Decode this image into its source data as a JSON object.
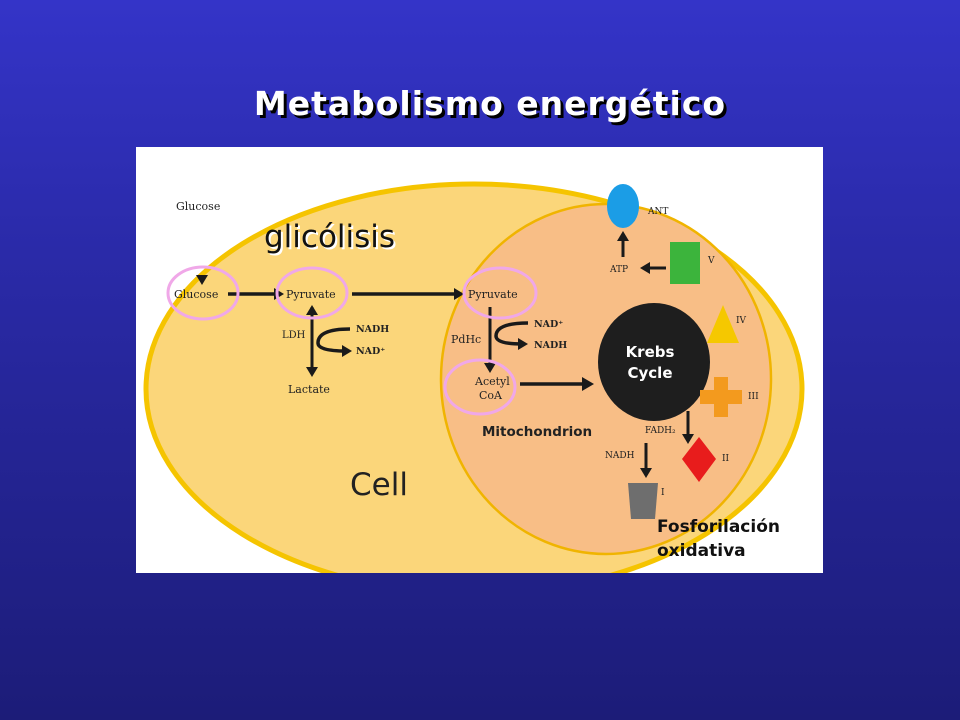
{
  "title": "Metabolismo energético",
  "overlay": {
    "glycolysis": "glicólisis",
    "oxidative_phosphorylation": "Fosforilación\noxidativa"
  },
  "diagram": {
    "cell": "Cell",
    "mitochondrion": "Mitochondrion",
    "krebs_line1": "Krebs",
    "krebs_line2": "Cycle",
    "glucose_top": "Glucose",
    "glucose": "Glucose",
    "pyruvate_cyto": "Pyruvate",
    "pyruvate_mito": "Pyruvate",
    "ldh": "LDH",
    "nadh_1": "NADH",
    "nad_1": "NAD⁺",
    "lactate": "Lactate",
    "pdhc": "PdHc",
    "nad_2": "NAD⁺",
    "nadh_2": "NADH",
    "acetyl_line1": "Acetyl",
    "acetyl_line2": "CoA",
    "ant": "ANT",
    "atp": "ATP",
    "complex_v": "V",
    "complex_iv": "IV",
    "complex_iii": "III",
    "complex_ii": "II",
    "complex_i": "I",
    "fadh2": "FADH₂",
    "nadh_3": "NADH"
  },
  "colors": {
    "background_top": "#3434c8",
    "background_bottom": "#1c1c78",
    "cell_fill": "#fbd67a",
    "cell_border": "#f5c400",
    "mito_fill": "#f8be86",
    "mito_border": "#f0b400",
    "krebs_fill": "#1e1e1e",
    "highlight_circle": "#f0a8e8",
    "ant_fill": "#1b9de6",
    "complex_v_fill": "#3cb43c",
    "complex_iv_fill": "#f5c800",
    "complex_iii_fill": "#f39a1e",
    "complex_ii_fill": "#e81c1c",
    "complex_i_fill": "#6e6e6e"
  }
}
